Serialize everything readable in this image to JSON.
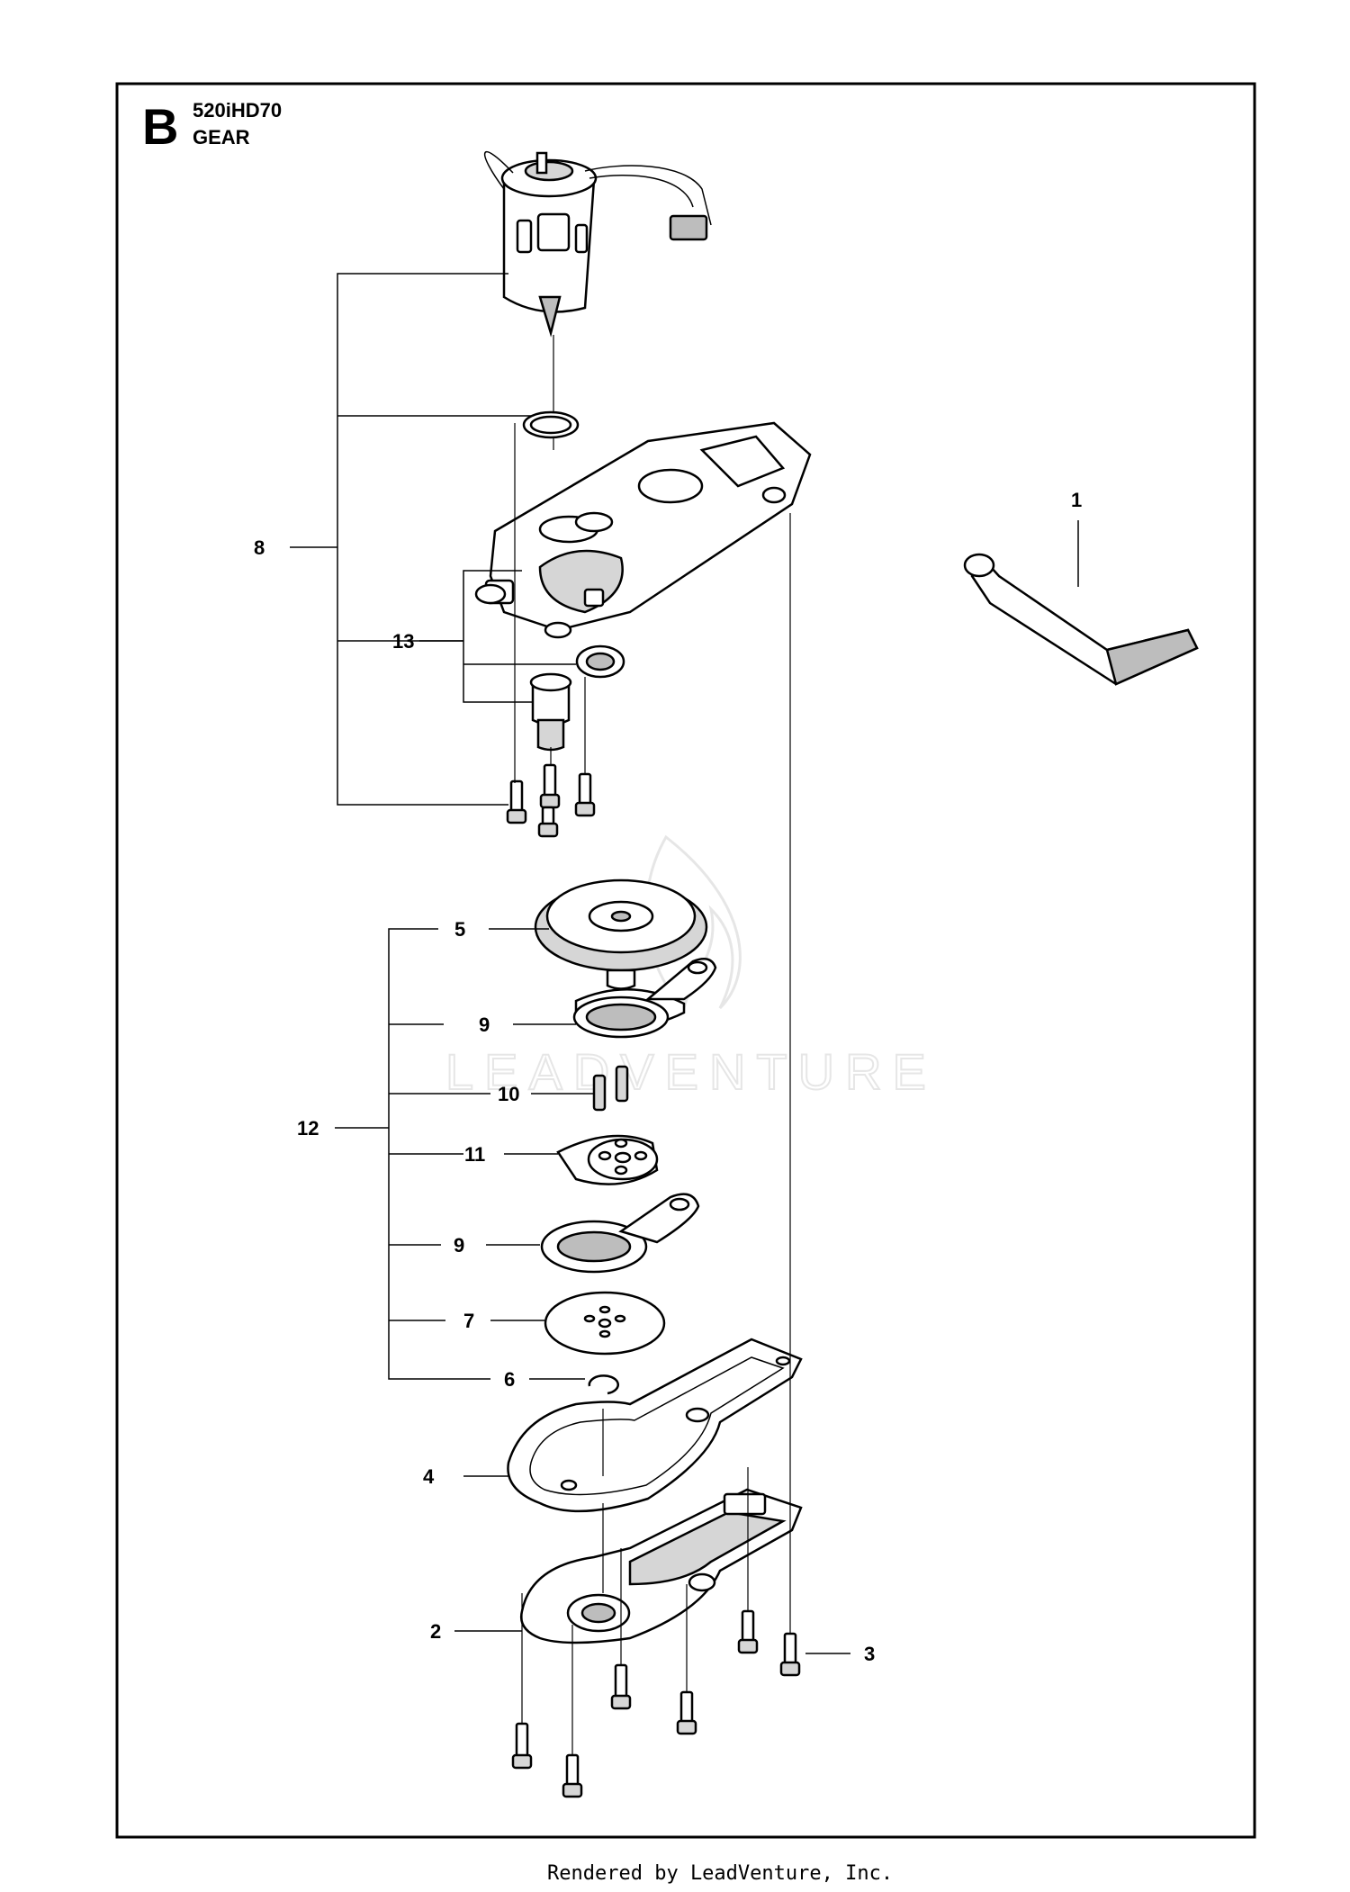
{
  "section": {
    "letter": "B",
    "model": "520iHD70",
    "name": "GEAR"
  },
  "watermark": "LEADVENTURE",
  "footer": "Rendered by LeadVenture, Inc.",
  "callouts": [
    "1",
    "2",
    "3",
    "4",
    "5",
    "6",
    "7",
    "8",
    "9",
    "9",
    "10",
    "11",
    "12",
    "13"
  ]
}
